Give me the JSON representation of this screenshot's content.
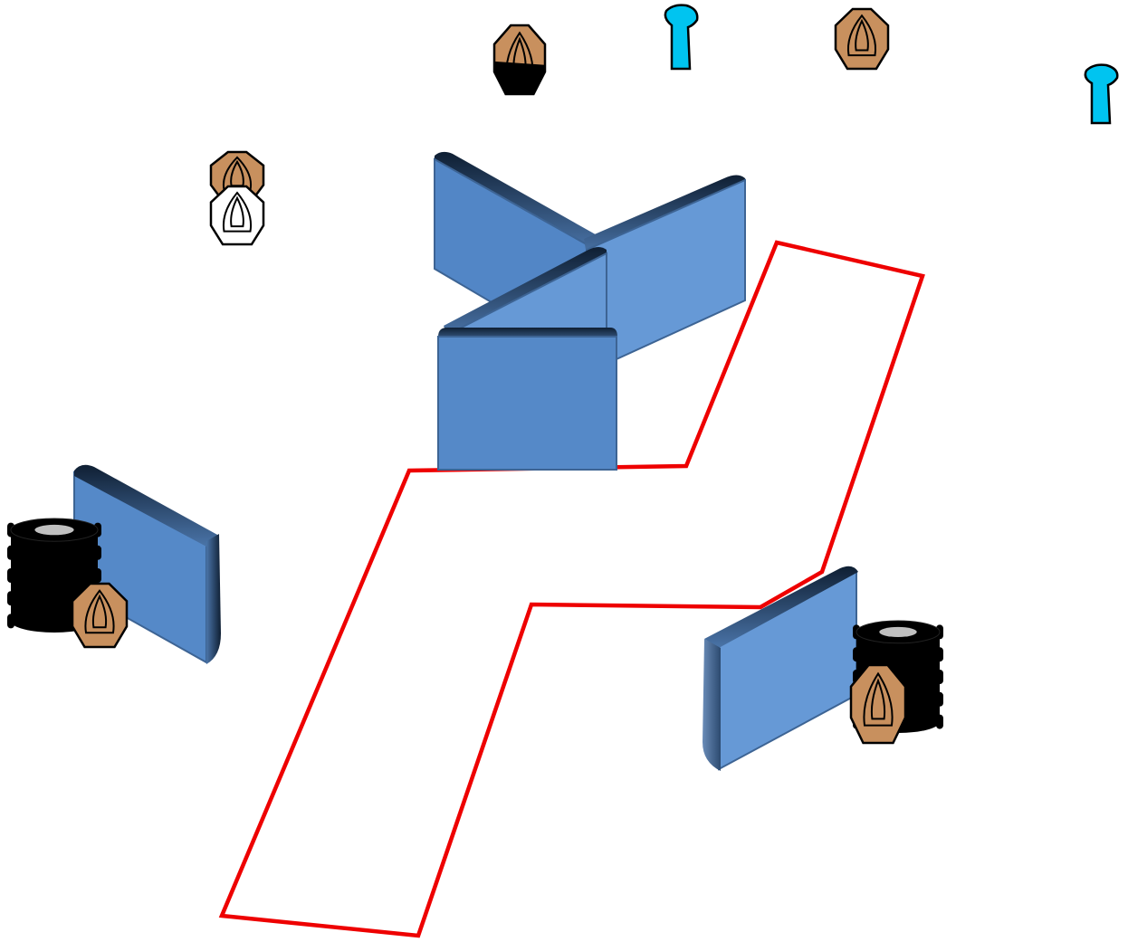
{
  "colors": {
    "background": "#ffffff",
    "wall_front": "#5b8ed0",
    "wall_light": "#6699d6",
    "wall_edge": "#1e3554",
    "wall_outline": "#3d6494",
    "target_tan": "#c8905e",
    "target_black": "#000000",
    "target_white": "#ffffff",
    "barrel_black": "#000000",
    "barrel_top": "#c0c0c0",
    "popper_blue": "#00c4f0",
    "shooting_box_line": "#ee0000"
  },
  "legend_items": [],
  "scene": {
    "shooting_box": {
      "name": "shooting-area-outline"
    },
    "walls": [
      {
        "name": "top-wall-left"
      },
      {
        "name": "top-wall-right"
      },
      {
        "name": "top-wall-middle"
      },
      {
        "name": "top-wall-front"
      },
      {
        "name": "left-wall"
      },
      {
        "name": "right-wall"
      }
    ],
    "barrels": [
      {
        "name": "left-barrel-stack"
      },
      {
        "name": "right-barrel-stack"
      }
    ],
    "paper_targets": [
      {
        "name": "target-tan-black-top-center",
        "style": "tan-black"
      },
      {
        "name": "target-tan-top-right",
        "style": "tan"
      },
      {
        "name": "target-tan-upper-left",
        "style": "tan"
      },
      {
        "name": "target-white-no-shoot-upper-left",
        "style": "white"
      },
      {
        "name": "target-tan-left-barrel",
        "style": "tan"
      },
      {
        "name": "target-tan-right-barrel",
        "style": "tan"
      }
    ],
    "steel_poppers": [
      {
        "name": "popper-blue-top"
      },
      {
        "name": "popper-blue-right"
      }
    ]
  }
}
